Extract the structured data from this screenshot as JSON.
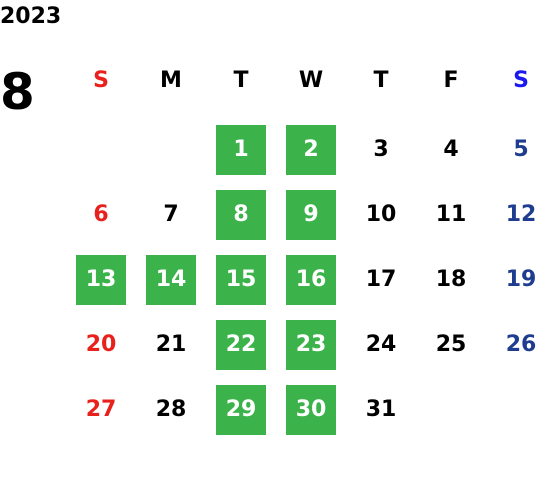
{
  "calendar": {
    "year": "2023",
    "month": "8",
    "weekdays": [
      "S",
      "M",
      "T",
      "W",
      "T",
      "F",
      "S"
    ],
    "weekday_colors": [
      "#e8211c",
      "#000000",
      "#000000",
      "#000000",
      "#000000",
      "#000000",
      "#1a1af0"
    ],
    "day_colors": {
      "sunday": "#e8211c",
      "weekday": "#000000",
      "saturday": "#1f3d8f",
      "marked_text": "#ffffff",
      "marked_bg": "#3bb34a"
    },
    "weeks": [
      [
        null,
        null,
        "1",
        "2",
        "3",
        "4",
        "5"
      ],
      [
        "6",
        "7",
        "8",
        "9",
        "10",
        "11",
        "12"
      ],
      [
        "13",
        "14",
        "15",
        "16",
        "17",
        "18",
        "19"
      ],
      [
        "20",
        "21",
        "22",
        "23",
        "24",
        "25",
        "26"
      ],
      [
        "27",
        "28",
        "29",
        "30",
        "31",
        null,
        null
      ]
    ],
    "marked_days": [
      "1",
      "2",
      "8",
      "9",
      "13",
      "14",
      "15",
      "16",
      "22",
      "23",
      "29",
      "30"
    ]
  }
}
